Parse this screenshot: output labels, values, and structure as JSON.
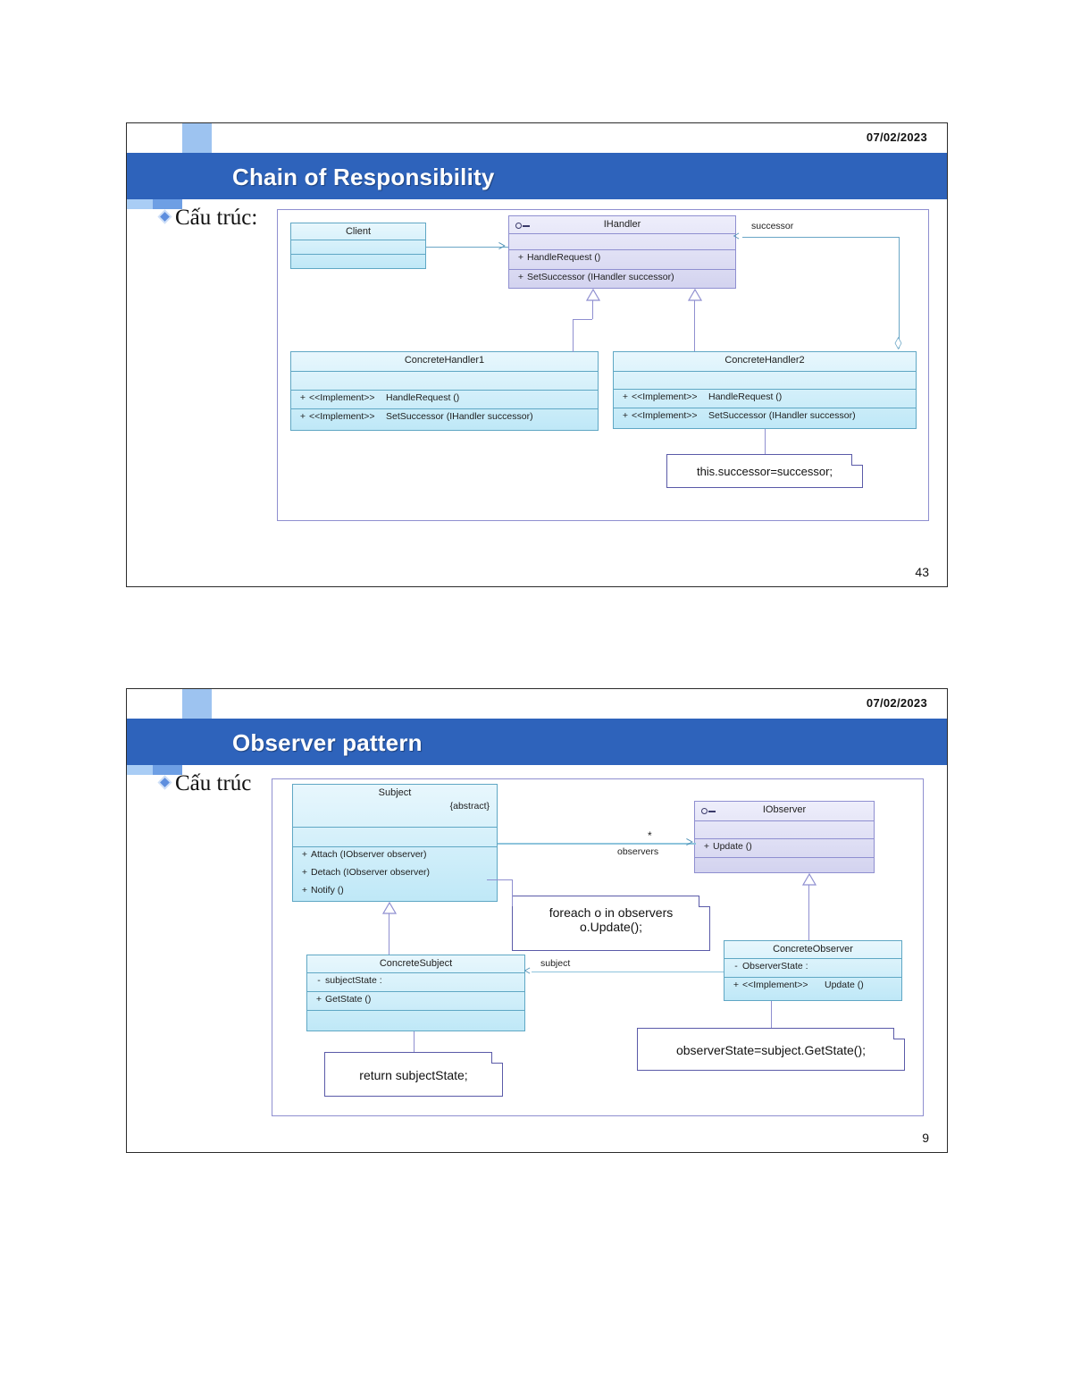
{
  "document": {
    "slides": [
      {
        "date": "07/02/2023",
        "title": "Chain of Responsibility",
        "bullet": "Cấu trúc:",
        "page_number": "43",
        "diagram": {
          "type": "uml-class-diagram",
          "classes": [
            {
              "name": "Client",
              "stereotype_icon": "",
              "rows": [
                "",
                ""
              ],
              "members": []
            },
            {
              "name": "IHandler",
              "stereotype_icon": "interface-icon",
              "members": [
                {
                  "visibility": "+",
                  "stereotype": "",
                  "signature": "HandleRequest ()"
                },
                {
                  "visibility": "+",
                  "stereotype": "",
                  "signature": "SetSuccessor (IHandler successor)"
                }
              ]
            },
            {
              "name": "ConcreteHandler1",
              "stereotype_icon": "",
              "members": [
                {
                  "visibility": "+",
                  "stereotype": "<<Implement>>",
                  "signature": "HandleRequest ()"
                },
                {
                  "visibility": "+",
                  "stereotype": "<<Implement>>",
                  "signature": "SetSuccessor (IHandler successor)"
                }
              ]
            },
            {
              "name": "ConcreteHandler2",
              "stereotype_icon": "",
              "members": [
                {
                  "visibility": "+",
                  "stereotype": "<<Implement>>",
                  "signature": "HandleRequest ()"
                },
                {
                  "visibility": "+",
                  "stereotype": "<<Implement>>",
                  "signature": "SetSuccessor (IHandler successor)"
                }
              ]
            }
          ],
          "association_labels": [
            "successor"
          ],
          "notes": [
            "this.successor=successor;"
          ]
        }
      },
      {
        "date": "07/02/2023",
        "title": "Observer pattern",
        "bullet": "Cấu trúc",
        "page_number": "9",
        "diagram": {
          "type": "uml-class-diagram",
          "classes": [
            {
              "name": "Subject",
              "stereotype_icon": "",
              "modifier": "{abstract}",
              "members": [
                {
                  "visibility": "+",
                  "stereotype": "",
                  "signature": "Attach (IObserver observer)"
                },
                {
                  "visibility": "+",
                  "stereotype": "",
                  "signature": "Detach (IObserver observer)"
                },
                {
                  "visibility": "+",
                  "stereotype": "",
                  "signature": "Notify ()"
                }
              ]
            },
            {
              "name": "IObserver",
              "stereotype_icon": "interface-icon",
              "members": [
                {
                  "visibility": "+",
                  "stereotype": "",
                  "signature": "Update ()"
                }
              ]
            },
            {
              "name": "ConcreteSubject",
              "stereotype_icon": "",
              "members": [
                {
                  "visibility": "-",
                  "stereotype": "",
                  "signature": "subjectState  :"
                },
                {
                  "visibility": "+",
                  "stereotype": "",
                  "signature": "GetState ()"
                }
              ]
            },
            {
              "name": "ConcreteObserver",
              "stereotype_icon": "",
              "members": [
                {
                  "visibility": "-",
                  "stereotype": "",
                  "signature": "ObserverState   :"
                },
                {
                  "visibility": "+",
                  "stereotype": "<<Implement>>",
                  "signature": "Update ()"
                }
              ]
            }
          ],
          "association_labels": [
            "observers",
            "subject",
            "*"
          ],
          "notes": [
            {
              "line1": "foreach o in observers",
              "line2": "o.Update();"
            },
            {
              "line1": "observerState=subject.GetState();",
              "line2": ""
            },
            {
              "line1": "return subjectState;",
              "line2": ""
            }
          ]
        }
      }
    ]
  }
}
